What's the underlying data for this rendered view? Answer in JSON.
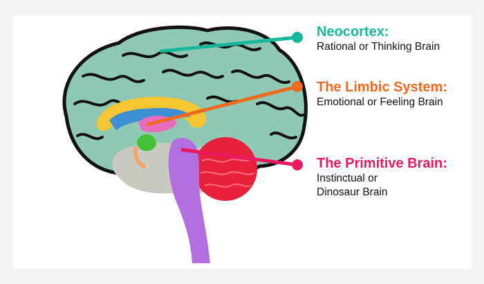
{
  "colors": {
    "neocortex": "#17b89a",
    "limbic": "#ee6a1f",
    "primitive": "#e8195e",
    "cortex_fill": "#8fc9b4",
    "lobe_fill": "#c9c9c2",
    "limbic_yellow": "#f7c531",
    "limbic_blue": "#3d8fd4",
    "amygdala": "#45c23a",
    "brainstem": "#b36fe0",
    "cerebellum": "#e8213a"
  },
  "labels": {
    "neocortex": {
      "title": "Neocortex:",
      "subtitle": "Rational or Thinking Brain"
    },
    "limbic": {
      "title": "The Limbic System:",
      "subtitle": "Emotional or Feeling Brain"
    },
    "primitive": {
      "title": "The Primitive Brain:",
      "subtitle_line1": "Instinctual or",
      "subtitle_line2": "Dinosaur Brain"
    }
  }
}
